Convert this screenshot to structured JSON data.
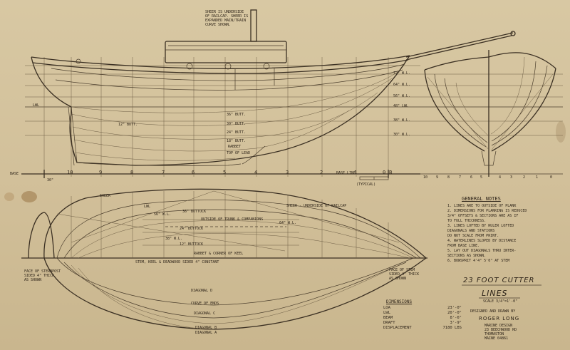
{
  "notes_top": [
    "SHEER IS UNDERSIDE",
    "OF RAILCAP. SHEER IS",
    "EXPANDED MAIN/TRAIN",
    "CURVE SHOWN."
  ],
  "waterlines_profile": [
    "72\" W.L.",
    "64\" W.L.",
    "56\" W.L.",
    "48\" LWL",
    "38\" W.L.",
    "30\" W.L."
  ],
  "buttocks_profile": [
    "36\" BUTT.",
    "30\" BUTT.",
    "24\" BUTT.",
    "18\" BUTT.",
    "12\" BUTT."
  ],
  "profile_labels": {
    "rabbet": "RABBET",
    "top_of_lead": "TOP OF LEAD",
    "base": "BASE",
    "base_line": "BASE LINE",
    "scale_note": "(TYPICAL)",
    "lwl": "LWL",
    "dim_30": "30\""
  },
  "station_numbers": [
    "10",
    "9",
    "8",
    "7",
    "6",
    "5",
    "4",
    "3",
    "2",
    "1",
    "0",
    "B"
  ],
  "body_stations": [
    "10",
    "9",
    "8",
    "7",
    "6",
    "5",
    "4",
    "3",
    "2",
    "1",
    "0"
  ],
  "plan_labels": {
    "sheer": "SHEER",
    "lwl": "LWL",
    "buttock_36": "36\" BUTTOCK",
    "buttock_24": "24\" BUTTOCK",
    "buttock_12": "12\" BUTTOCK",
    "outside_trunk": "OUTSIDE OF TRUNK & COMPANIONS",
    "rabbet_corner": "RABBET & CORNER OF KEEL",
    "stem_keel": "STEM, KEEL & DEADWOOD SIDED 4\" CONSTANT",
    "sheer_underside": "SHEER - UNDERSIDE OF RAILCAP",
    "wl_56": "56\" W.L.",
    "wl_64": "64\" W.L.",
    "wl_38": "38\" W.L.",
    "face_transom": [
      "FACE OF STERNPOST",
      "SIDED 4\" THICK",
      "AS SHOWN"
    ],
    "face_stem": [
      "FACE OF STEM",
      "SIDED 4\" THICK",
      "AS SHOWN"
    ],
    "diag_d": "DIAGONAL D",
    "curve_ends": "CURVE OF ENDS",
    "diag_c": "DIAGONAL C",
    "diag_b": "DIAGONAL B",
    "diag_a": "DIAGONAL A"
  },
  "general_notes": {
    "heading": "GENERAL NOTES",
    "items": [
      "1. LINES ARE TO OUTSIDE OF PLANK",
      "2. DIMENSIONS FOR PLANKING IS REDUCED",
      "   3/4\" OFFSETS & SECTIONS ARE AS IF",
      "   TO FULL THICKNESS.",
      "3. LINES LOFTED BY RULER LOFTED",
      "   DIAGONALS AND STATIONS",
      "   DO NOT SCALE FROM PRINT.",
      "4. WATERLINES SLOPED BY DISTANCE",
      "   FROM BASE LINE.",
      "5. LAY OUT DIAGONALS THRU INTER-",
      "   SECTIONS AS SHOWN.",
      "6. BOWSPRIT 4'4\" 5'0\" AT STEM"
    ]
  },
  "title_block": {
    "vessel": "23 FOOT CUTTER",
    "sheet": "LINES",
    "scale": "SCALE 3/4\"=1'-0\"",
    "designed_by": "DESIGNED AND DRAWN BY",
    "designer": "ROGER LONG",
    "address": [
      "MARINE DESIGN",
      "23 BEECHWOOD RD",
      "THOMASTON",
      "MAINE 04861"
    ]
  },
  "dimensions": {
    "heading": "DIMENSIONS",
    "rows": [
      {
        "k": "LOA",
        "v": "23'-0\""
      },
      {
        "k": "LWL",
        "v": "20'-0\""
      },
      {
        "k": "BEAM",
        "v": "8'-6\""
      },
      {
        "k": "DRAFT",
        "v": "3'-9\""
      },
      {
        "k": "DISPLACEMENT",
        "v": "7180 LBS"
      }
    ]
  }
}
